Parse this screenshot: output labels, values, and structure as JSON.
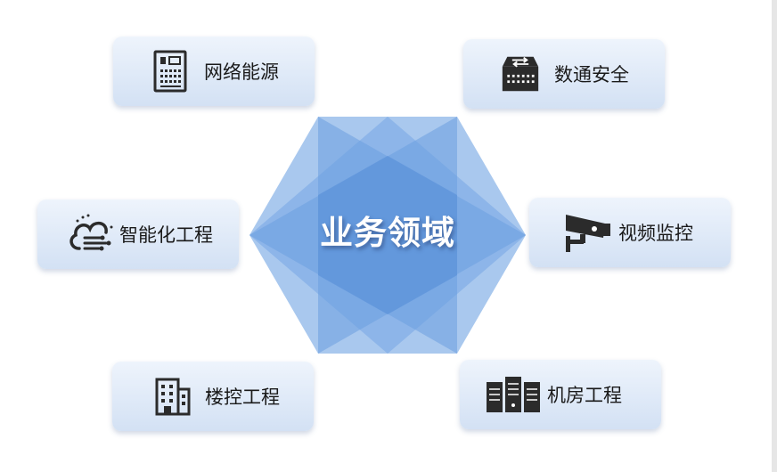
{
  "center": {
    "title": "业务领域",
    "color_light": "#a9c8ee",
    "color_mid": "#7eaae3",
    "color_dark": "#5f95db"
  },
  "items": [
    {
      "label": "网络能源",
      "icon": "server-panel-icon"
    },
    {
      "label": "数通安全",
      "icon": "network-switch-icon"
    },
    {
      "label": "智能化工程",
      "icon": "smart-cloud-icon"
    },
    {
      "label": "视频监控",
      "icon": "surveillance-camera-icon"
    },
    {
      "label": "楼控工程",
      "icon": "building-icon"
    },
    {
      "label": "机房工程",
      "icon": "server-rack-icon"
    }
  ],
  "colors": {
    "card_top": "#eef4fc",
    "card_bottom": "#d3e1f4",
    "icon": "#2b2b2b",
    "text": "#1a1a1a"
  }
}
